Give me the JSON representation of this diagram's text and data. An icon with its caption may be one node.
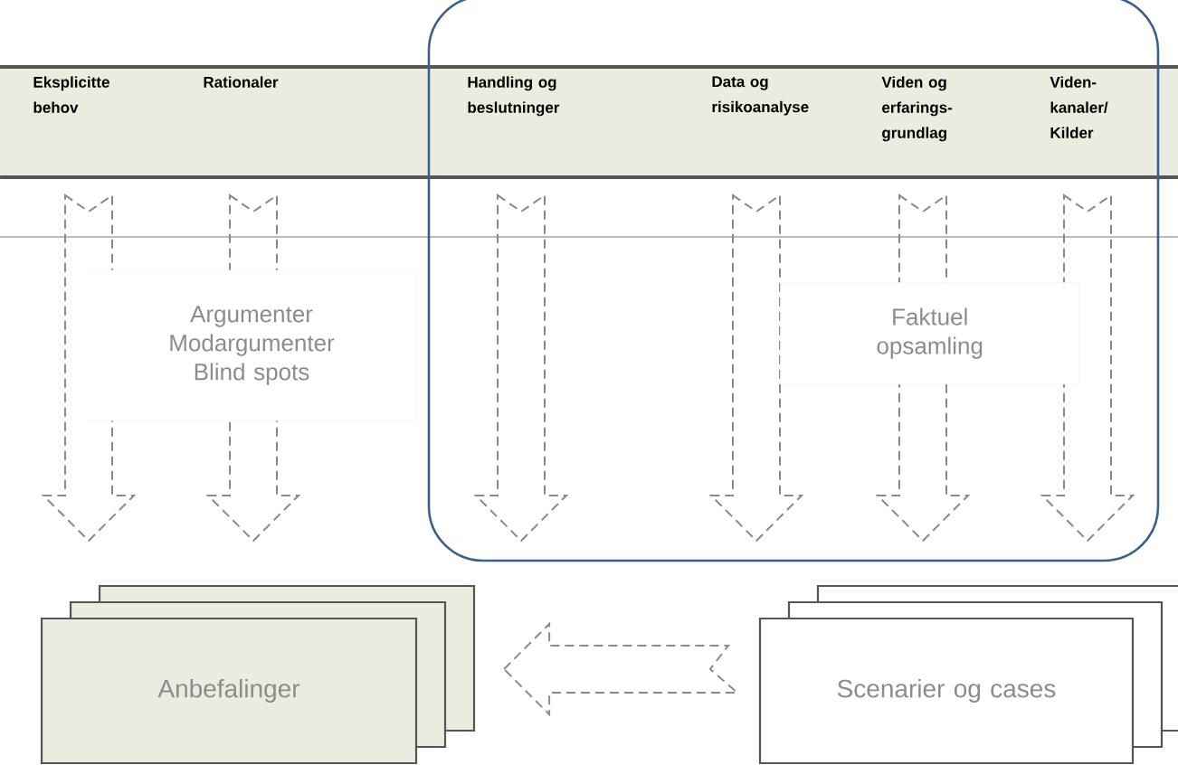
{
  "diagram": {
    "nodes": [
      {
        "text": [],
        "shape": "box"
      },
      {
        "text": [
          "Argumenter Modargumenter Blind spots"
        ]
      },
      {
        "text": [
          "Faktuel opsamling"
        ],
        "in": 0
      },
      {
        "text": [
          "Anbefalinger"
        ]
      },
      {
        "text": [
          "Scenarier og cases"
        ]
      }
    ],
    "edges": [
      {
        "from": 4,
        "to": 3,
        "arrow": "to",
        "style": "dashed"
      }
    ],
    "labels": [
      "Eksplicitte behov",
      "Rationaler",
      "Handling og beslutninger",
      "Data og risikoanalyse",
      "Viden og erfarings-grundlag",
      "Viden-kanaler/ Kilder"
    ]
  }
}
